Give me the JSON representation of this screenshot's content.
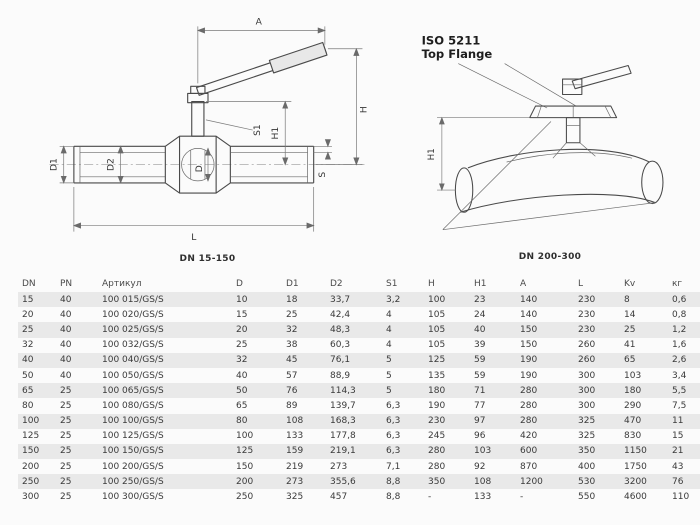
{
  "drawings": {
    "left": {
      "caption": "DN 15-150",
      "dims": {
        "a": "A",
        "h": "H",
        "h1": "H1",
        "s1": "S1",
        "d1": "D1",
        "d2": "D2",
        "d": "D",
        "s": "S",
        "l": "L"
      }
    },
    "right": {
      "caption": "DN 200-300",
      "flange_label_line1": "ISO 5211",
      "flange_label_line2": "Top Flange",
      "dims": {
        "h1": "H1"
      }
    }
  },
  "table": {
    "headers": [
      "DN",
      "PN",
      "Артикул",
      "D",
      "D1",
      "D2",
      "S1",
      "H",
      "H1",
      "A",
      "L",
      "Kv",
      "кг"
    ],
    "rows": [
      [
        "15",
        "40",
        "100 015/GS/S",
        "10",
        "18",
        "33,7",
        "3,2",
        "100",
        "23",
        "140",
        "230",
        "8",
        "0,6"
      ],
      [
        "20",
        "40",
        "100 020/GS/S",
        "15",
        "25",
        "42,4",
        "4",
        "105",
        "24",
        "140",
        "230",
        "14",
        "0,8"
      ],
      [
        "25",
        "40",
        "100 025/GS/S",
        "20",
        "32",
        "48,3",
        "4",
        "105",
        "40",
        "150",
        "230",
        "25",
        "1,2"
      ],
      [
        "32",
        "40",
        "100 032/GS/S",
        "25",
        "38",
        "60,3",
        "4",
        "105",
        "39",
        "150",
        "260",
        "41",
        "1,6"
      ],
      [
        "40",
        "40",
        "100 040/GS/S",
        "32",
        "45",
        "76,1",
        "5",
        "125",
        "59",
        "190",
        "260",
        "65",
        "2,6"
      ],
      [
        "50",
        "40",
        "100 050/GS/S",
        "40",
        "57",
        "88,9",
        "5",
        "135",
        "59",
        "190",
        "300",
        "103",
        "3,4"
      ],
      [
        "65",
        "25",
        "100 065/GS/S",
        "50",
        "76",
        "114,3",
        "5",
        "180",
        "71",
        "280",
        "300",
        "180",
        "5,5"
      ],
      [
        "80",
        "25",
        "100 080/GS/S",
        "65",
        "89",
        "139,7",
        "6,3",
        "190",
        "77",
        "280",
        "300",
        "290",
        "7,5"
      ],
      [
        "100",
        "25",
        "100 100/GS/S",
        "80",
        "108",
        "168,3",
        "6,3",
        "230",
        "97",
        "280",
        "325",
        "470",
        "11"
      ],
      [
        "125",
        "25",
        "100 125/GS/S",
        "100",
        "133",
        "177,8",
        "6,3",
        "245",
        "96",
        "420",
        "325",
        "830",
        "15"
      ],
      [
        "150",
        "25",
        "100 150/GS/S",
        "125",
        "159",
        "219,1",
        "6,3",
        "280",
        "103",
        "600",
        "350",
        "1150",
        "21"
      ],
      [
        "200",
        "25",
        "100 200/GS/S",
        "150",
        "219",
        "273",
        "7,1",
        "280",
        "92",
        "870",
        "400",
        "1750",
        "43"
      ],
      [
        "250",
        "25",
        "100 250/GS/S",
        "200",
        "273",
        "355,6",
        "8,8",
        "350",
        "108",
        "1200",
        "530",
        "3200",
        "76"
      ],
      [
        "300",
        "25",
        "100 300/GS/S",
        "250",
        "325",
        "457",
        "8,8",
        "-",
        "133",
        "-",
        "550",
        "4600",
        "110"
      ]
    ]
  }
}
